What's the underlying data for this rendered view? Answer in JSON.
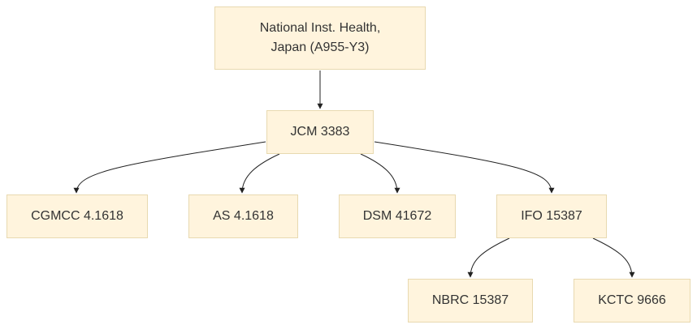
{
  "diagram": {
    "nodes": [
      {
        "id": "root",
        "label": "National Inst. Health,\nJapan (A955-Y3)"
      },
      {
        "id": "jcm",
        "label": "JCM 3383"
      },
      {
        "id": "cgmcc",
        "label": "CGMCC 4.1618"
      },
      {
        "id": "as",
        "label": "AS 4.1618"
      },
      {
        "id": "dsm",
        "label": "DSM 41672"
      },
      {
        "id": "ifo",
        "label": "IFO 15387"
      },
      {
        "id": "nbrc",
        "label": "NBRC 15387"
      },
      {
        "id": "kctc",
        "label": "KCTC 9666"
      }
    ],
    "edges": [
      {
        "from": "root",
        "to": "jcm"
      },
      {
        "from": "jcm",
        "to": "cgmcc"
      },
      {
        "from": "jcm",
        "to": "as"
      },
      {
        "from": "jcm",
        "to": "dsm"
      },
      {
        "from": "jcm",
        "to": "ifo"
      },
      {
        "from": "ifo",
        "to": "nbrc"
      },
      {
        "from": "ifo",
        "to": "kctc"
      }
    ],
    "colors": {
      "node_fill": "#fff4dd",
      "node_border": "#e8d9b0",
      "edge": "#222222",
      "text": "#333333"
    }
  }
}
